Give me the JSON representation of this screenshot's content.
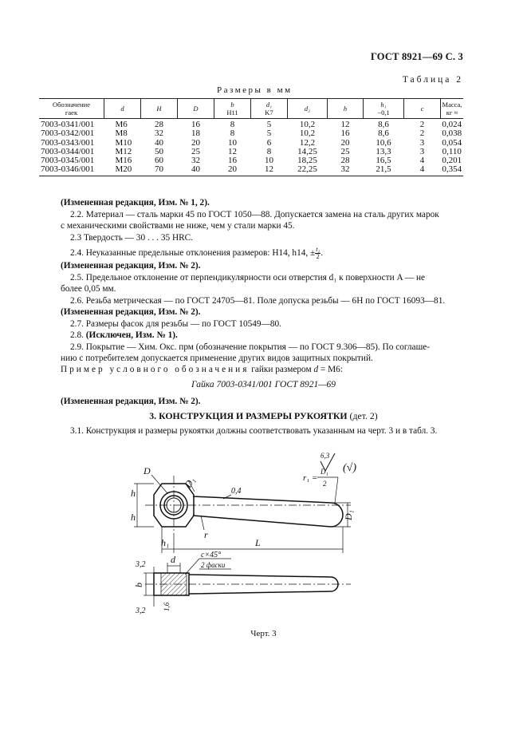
{
  "header": "ГОСТ 8921—69 С. 3",
  "table_label": "Таблица 2",
  "table_subtitle": "Размеры в мм",
  "table": {
    "columns": [
      {
        "line1": "Обозначение",
        "line2": "гаек"
      },
      {
        "line1": "d",
        "line2": ""
      },
      {
        "line1": "H",
        "line2": ""
      },
      {
        "line1": "D",
        "line2": ""
      },
      {
        "line1": "b",
        "line2": "H11"
      },
      {
        "line1": "d₁",
        "line2": "K7"
      },
      {
        "line1": "d₂",
        "line2": ""
      },
      {
        "line1": "h",
        "line2": ""
      },
      {
        "line1": "h₁",
        "line2": "−0,1"
      },
      {
        "line1": "c",
        "line2": ""
      },
      {
        "line1": "Масса,",
        "line2": "кг ≈"
      }
    ],
    "rows": [
      [
        "7003-0341/001",
        "M6",
        "28",
        "16",
        "8",
        "5",
        "10,2",
        "12",
        "8,6",
        "2",
        "0,024"
      ],
      [
        "7003-0342/001",
        "M8",
        "32",
        "18",
        "8",
        "5",
        "10,2",
        "16",
        "8,6",
        "2",
        "0,038"
      ],
      [
        "7003-0343/001",
        "M10",
        "40",
        "20",
        "10",
        "6",
        "12,2",
        "20",
        "10,6",
        "3",
        "0,054"
      ],
      [
        "7003-0344/001",
        "M12",
        "50",
        "25",
        "12",
        "8",
        "14,25",
        "25",
        "13,3",
        "3",
        "0,110"
      ],
      [
        "7003-0345/001",
        "M16",
        "60",
        "32",
        "16",
        "10",
        "18,25",
        "28",
        "16,5",
        "4",
        "0,201"
      ],
      [
        "7003-0346/001",
        "M20",
        "70",
        "40",
        "20",
        "12",
        "22,25",
        "32",
        "21,5",
        "4",
        "0,354"
      ]
    ]
  },
  "text": {
    "p_edit1": "(Измененная редакция, Изм. № 1, 2).",
    "p22_a": "2.2. Материал — сталь марки 45 по ГОСТ 1050—88. Допускается замена на сталь других марок",
    "p22_b": "с механическими свойствами не ниже, чем у стали марки 45.",
    "p23": "2.3 Твердость — 30 . . . 35 HRC.",
    "p24": "2.4. Неуказанные предельные отклонения размеров: H14, h14, ±",
    "p24_num": "t₂",
    "p24_den": "2",
    "p24_end": ".",
    "p_edit2": "(Измененная редакция, Изм. № 2).",
    "p25_a": "2.5. Предельное отклонение от перпендикулярности оси отверстия d₁ к поверхности A — не",
    "p25_b": "более 0,05 мм.",
    "p26": "2.6. Резьба метрическая — по ГОСТ 24705—81. Поле допуска резьбы — 6H по ГОСТ 16093—81.",
    "p_edit3": "(Измененная редакция, Изм. № 2).",
    "p27": "2.7. Размеры фасок для резьбы — по ГОСТ 10549—80.",
    "p28_a": "2.8. ",
    "p28_b": "(Исключен, Изм. № 1).",
    "p29_a": "2.9. Покрытие — Хим. Окс. прм (обозначение покрытия — по ГОСТ 9.306—85). По соглаше-",
    "p29_b": "нию с потребителем допускается применение других видов защитных покрытий.",
    "p_example_a": "Пример условного обозначения",
    "p_example_b": " гайки размером ",
    "p_example_c": "d",
    "p_example_d": " = M6:",
    "p_designation": "Гайка 7003-0341/001 ГОСТ 8921—69",
    "p_edit4": "(Измененная редакция, Изм. № 2).",
    "section_title": "3. КОНСТРУКЦИЯ И РАЗМЕРЫ РУКОЯТКИ",
    "section_note": "(дет. 2)",
    "p31": "3.1. Конструкция и размеры рукоятки должны соответствовать указанным на черт. 3 и в табл. 3.",
    "caption": "Черт. 3"
  },
  "drawing": {
    "lbl_D": "D",
    "lbl_D1": "D₁",
    "lbl_h": "h",
    "lbl_h1": "h₁",
    "lbl_L": "L",
    "lbl_r": "r",
    "lbl_r1": "r₁ =",
    "lbl_r1_num": "D₁",
    "lbl_r1_den": "2",
    "lbl_04": "0,4",
    "lbl_rough": "6,3",
    "lbl_rough_paren": "(√)",
    "lbl_d": "d",
    "lbl_b": "b",
    "lbl_c45": "c×45°",
    "lbl_2faski": "2 фаски",
    "lbl_32a": "3,2",
    "lbl_32b": "3,2",
    "lbl_16": "1,6"
  }
}
